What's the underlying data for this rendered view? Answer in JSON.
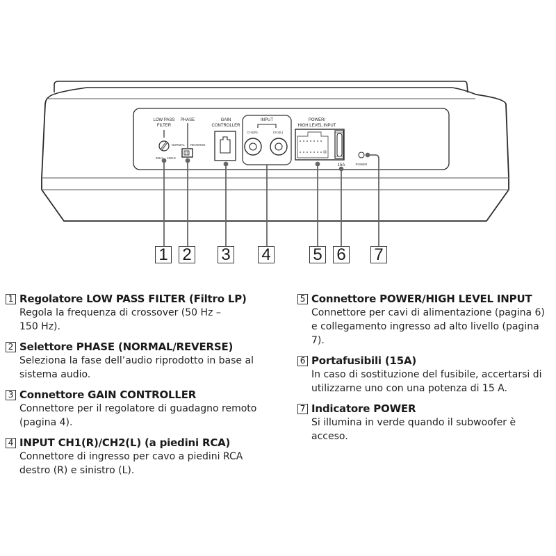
{
  "diagram": {
    "panel_labels": {
      "low_pass_filter_line1": "LOW PASS",
      "low_pass_filter_line2": "FILTER",
      "freq_min": "50Hz",
      "freq_max": "150Hz",
      "phase": "PHASE",
      "phase_normal": "NORMAL",
      "phase_reverse": "REVERSE",
      "gain_line1": "GAIN",
      "gain_line2": "CONTROLLER",
      "input": "INPUT",
      "ch1": "CH1(R)",
      "ch2": "CH2(L)",
      "power_line1": "POWER/",
      "power_line2": "HIGH LEVEL INPUT",
      "fuse": "15A",
      "power_led": "POWER"
    },
    "callouts": [
      "1",
      "2",
      "3",
      "4",
      "5",
      "6",
      "7"
    ]
  },
  "legend": {
    "left": [
      {
        "num": "1",
        "title": "Regolatore LOW PASS FILTER (Filtro LP)",
        "desc": "Regola la frequenza di crossover (50 Hz – 150 Hz)."
      },
      {
        "num": "2",
        "title": "Selettore PHASE (NORMAL/REVERSE)",
        "desc": "Seleziona la fase dell’audio riprodotto in base al sistema audio."
      },
      {
        "num": "3",
        "title": "Connettore GAIN CONTROLLER",
        "desc": "Connettore per il regolatore di guadagno remoto (pagina 4)."
      },
      {
        "num": "4",
        "title": "INPUT CH1(R)/CH2(L) (a piedini RCA)",
        "desc": "Connettore di ingresso per cavo a piedini RCA destro (R) e sinistro (L)."
      }
    ],
    "right": [
      {
        "num": "5",
        "title": "Connettore POWER/HIGH LEVEL INPUT",
        "desc": "Connettore per cavi di alimentazione (pagina 6) e collegamento ingresso ad alto livello (pagina 7)."
      },
      {
        "num": "6",
        "title": "Portafusibili (15A)",
        "desc": "In caso di sostituzione del fusibile, accertarsi di utilizzarne uno con una potenza di 15 A."
      },
      {
        "num": "7",
        "title": "Indicatore POWER",
        "desc": "Si illumina in verde quando il subwoofer è acceso."
      }
    ]
  }
}
